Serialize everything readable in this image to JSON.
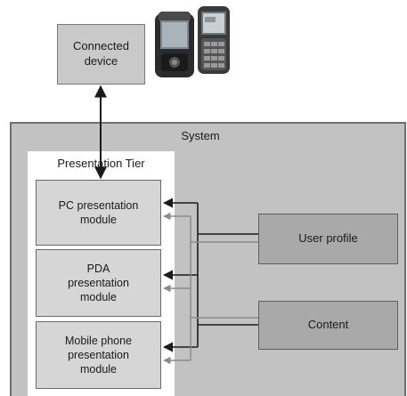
{
  "diagram": {
    "connected_device": "Connected\ndevice",
    "system_label": "System",
    "tier_label": "Presentation Tier",
    "modules": [
      "PC presentation\nmodule",
      "PDA\npresentation\nmodule",
      "Mobile phone\npresentation\nmodule"
    ],
    "sources": [
      "User profile",
      "Content"
    ]
  }
}
